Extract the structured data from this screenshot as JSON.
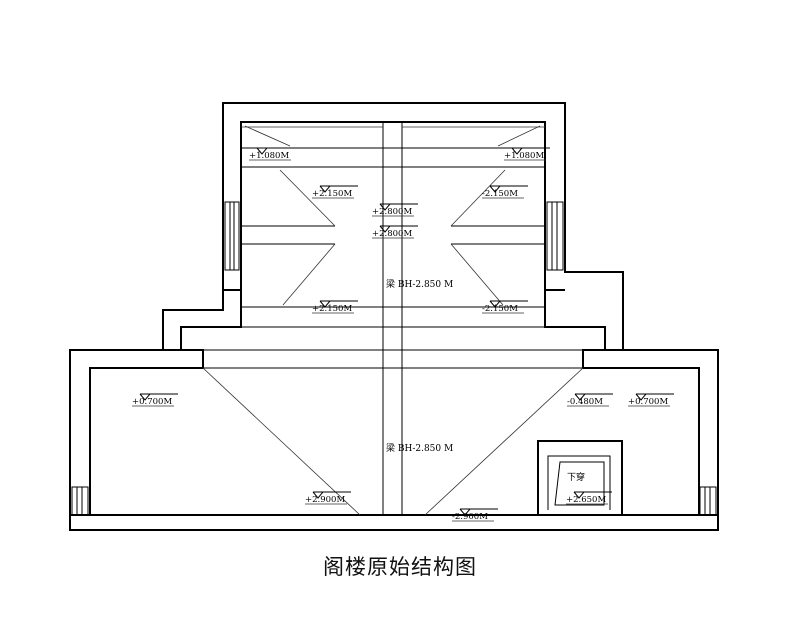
{
  "title": "阁楼原始结构图",
  "beam_labels": [
    "梁 BH-2.850 M",
    "梁 BH-2.850 M"
  ],
  "door_label": "下穿",
  "levels": [
    "+1.080M",
    "+1.080M",
    "+2.150M",
    "-2.150M",
    "+2.800M",
    "+2.800M",
    "+2.150M",
    "-2.150M",
    "+0.700M",
    "-0.480M",
    "+0.700M",
    "+2.900M",
    "-2.900M",
    "+2.650M"
  ]
}
